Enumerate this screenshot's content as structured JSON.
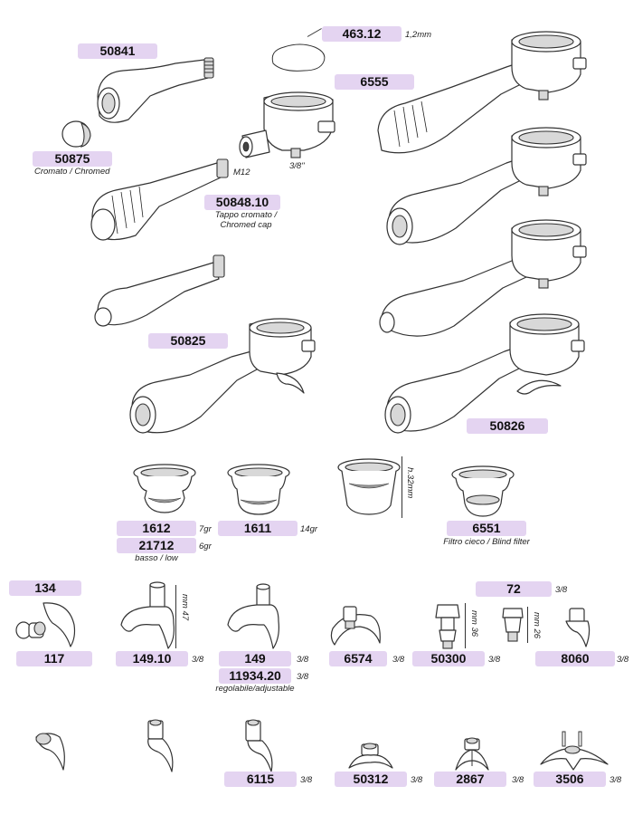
{
  "title": "",
  "parts": {
    "p50841": {
      "code": "50841"
    },
    "p463": {
      "code": "463.12",
      "note": "1,2mm"
    },
    "p6555": {
      "code": "6555",
      "note_m12": "M12",
      "note_thread": "3/8\""
    },
    "p50875": {
      "code": "50875",
      "note": "Cromato / Chromed"
    },
    "p50848": {
      "code": "50848.10",
      "note": "Tappo cromato / Chromed cap"
    },
    "p50825": {
      "code": "50825"
    },
    "p50826": {
      "code": "50826"
    },
    "p1612": {
      "code": "1612",
      "note": "7gr"
    },
    "p21712": {
      "code": "21712",
      "note": "6gr",
      "sub": "basso / low"
    },
    "p1611": {
      "code": "1611",
      "note": "14gr"
    },
    "p_h32": {
      "note": "h.32mm"
    },
    "p6551": {
      "code": "6551",
      "note": "Filtro cieco / Blind filter"
    },
    "p134": {
      "code": "134"
    },
    "p117": {
      "code": "117"
    },
    "p14910": {
      "code": "149.10",
      "note": "3/8",
      "dim": "mm 47"
    },
    "p149": {
      "code": "149",
      "note": "3/8"
    },
    "p11934": {
      "code": "11934.20",
      "note": "3/8",
      "sub": "regolabile/adjustable"
    },
    "p6574": {
      "code": "6574",
      "note": "3/8"
    },
    "p50300": {
      "code": "50300",
      "note": "3/8",
      "dim": "mm 36"
    },
    "p72": {
      "code": "72",
      "note": "3/8",
      "dim": "mm 26"
    },
    "p8060": {
      "code": "8060",
      "note": "3/8"
    },
    "p6115": {
      "code": "6115",
      "note": "3/8"
    },
    "p50312": {
      "code": "50312",
      "note": "3/8"
    },
    "p2867": {
      "code": "2867",
      "note": "3/8"
    },
    "p3506": {
      "code": "3506",
      "note": "3/8"
    }
  },
  "colors": {
    "label_bg": "#e4d4f1",
    "line": "#333333"
  }
}
